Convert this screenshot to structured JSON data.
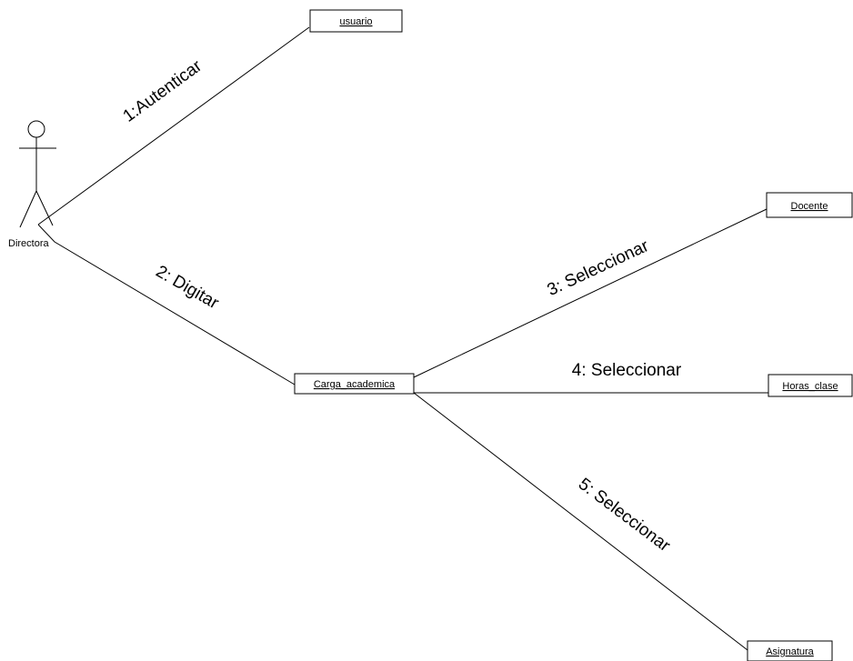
{
  "actor": {
    "name": "Directora",
    "icon": "stick-figure-actor-icon"
  },
  "objects": {
    "usuario": "usuario",
    "carga_academica": "Carga_academica",
    "docente": "Docente",
    "horas_clase": "Horas_clase",
    "asignatura": "Asignatura"
  },
  "messages": {
    "m1": "1:Autenticar",
    "m2": "2: Digitar",
    "m3": "3: Seleccionar",
    "m4": "4: Seleccionar",
    "m5": "5: Seleccionar"
  },
  "colors": {
    "stroke": "#000000",
    "background": "#ffffff"
  }
}
